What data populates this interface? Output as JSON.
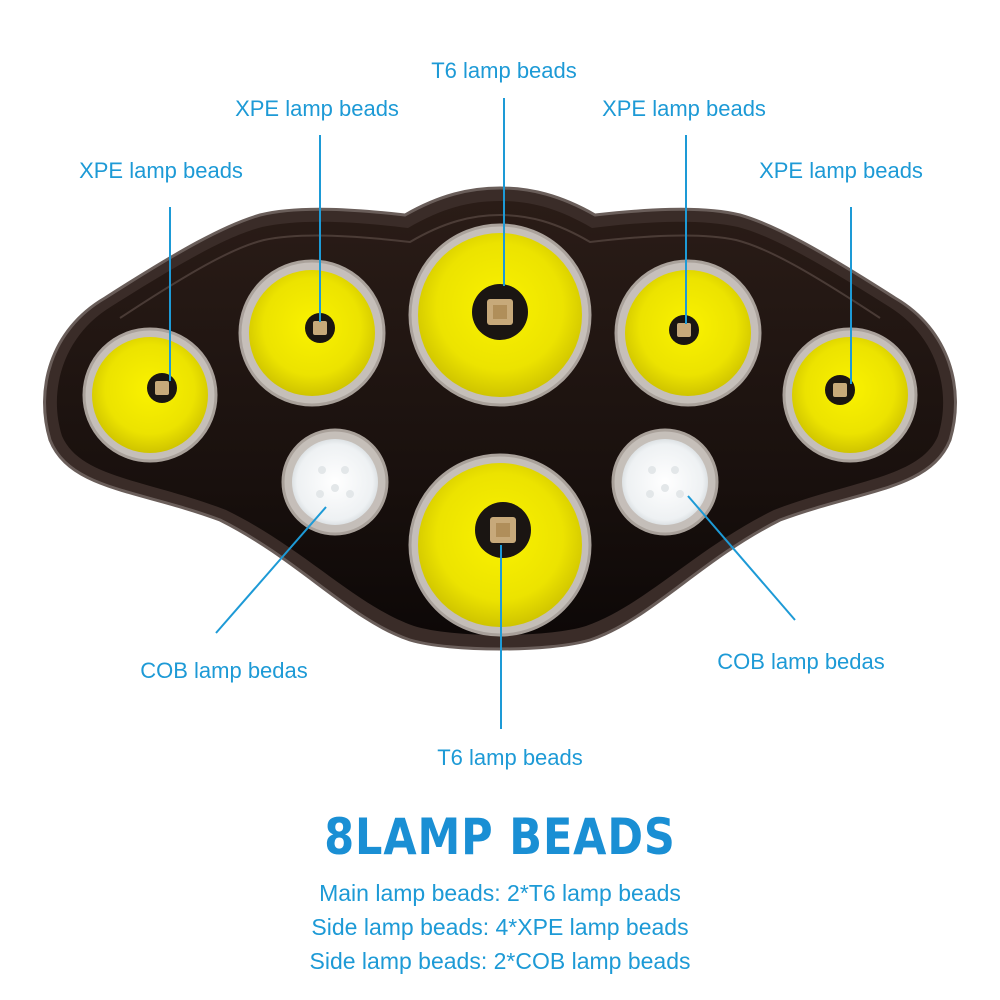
{
  "callouts": {
    "t6_top": "T6 lamp beads",
    "xpe_top_left": "XPE lamp beads",
    "xpe_top_right": "XPE lamp beads",
    "xpe_left": "XPE lamp beads",
    "xpe_right": "XPE lamp beads",
    "cob_left": "COB lamp bedas",
    "cob_right": "COB lamp bedas",
    "t6_bottom": "T6 lamp beads"
  },
  "title": "8LAMP BEADS",
  "specs": [
    "Main lamp beads: 2*T6 lamp beads",
    "Side lamp beads: 4*XPE lamp beads",
    "Side lamp beads: 2*COB lamp beads"
  ],
  "colors": {
    "accent": "#1d9ad6",
    "housing": "#1a1210",
    "lens_yellow": "#f0e600",
    "cob_white": "#f4f6f7"
  }
}
